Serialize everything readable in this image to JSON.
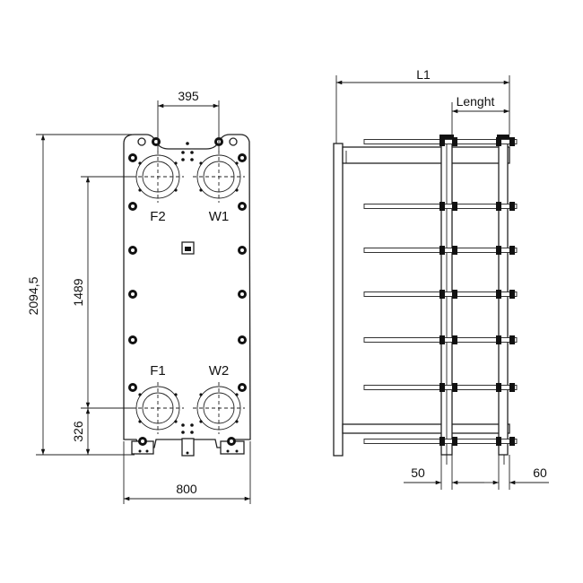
{
  "dimensions": {
    "top_port_spacing": "395",
    "total_height": "2094,5",
    "port_vertical_spacing": "1489",
    "bottom_port_height": "326",
    "frame_width": "800",
    "overall_length": "L1",
    "plate_pack_length": "Lenght",
    "left_offset": "50",
    "right_offset": "60"
  },
  "ports": {
    "top_left": "F2",
    "top_right": "W1",
    "bottom_left": "F1",
    "bottom_right": "W2"
  }
}
